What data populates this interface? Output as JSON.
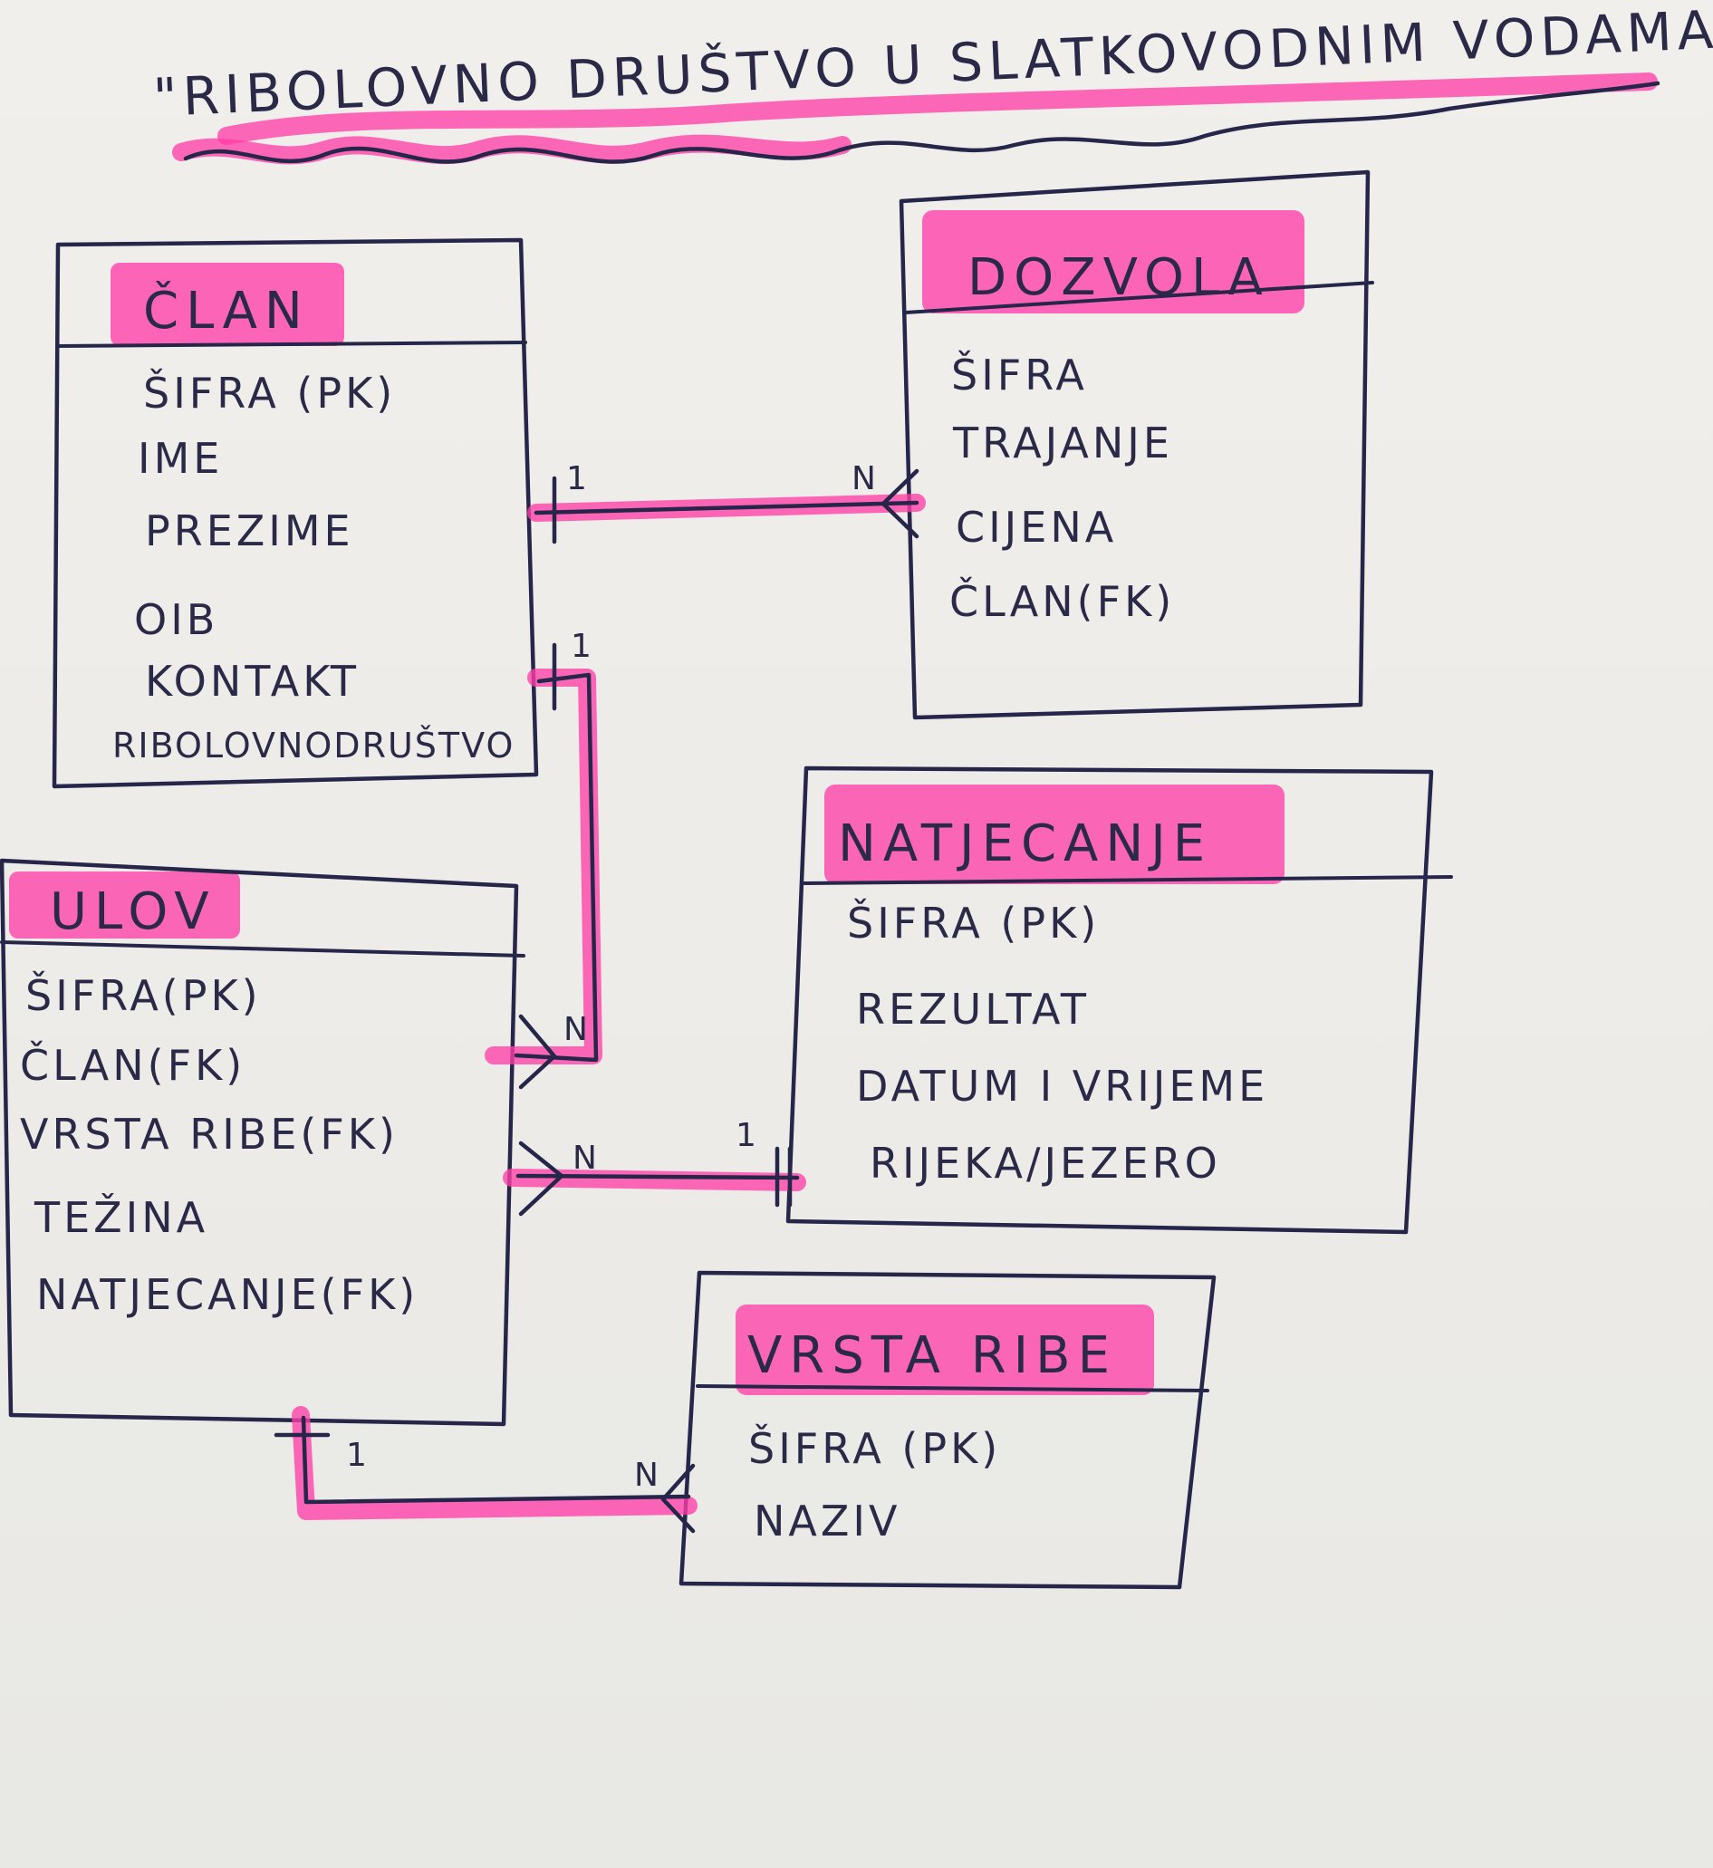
{
  "title": "\"RIBOLOVNO DRUŠTVO U SLATKOVODNIM VODAMA\"",
  "entities": {
    "clan": {
      "name": "ČLAN",
      "attributes": [
        "ŠIFRA (PK)",
        "IME",
        "PREZIME",
        "OIB",
        "KONTAKT",
        "RIBOLOVNODRUŠTVO"
      ]
    },
    "dozvola": {
      "name": "DOZVOLA",
      "attributes": [
        "ŠIFRA",
        "TRAJANJE",
        "CIJENA",
        "ČLAN(FK)"
      ]
    },
    "natjecanje": {
      "name": "NATJECANJE",
      "attributes": [
        "ŠIFRA (PK)",
        "REZULTAT",
        "DATUM I VRIJEME",
        "RIJEKA/JEZERO"
      ]
    },
    "ulov": {
      "name": "ULOV",
      "attributes": [
        "ŠIFRA(PK)",
        "ČLAN(FK)",
        "VRSTA RIBE(FK)",
        "TEŽINA",
        "NATJECANJE(FK)"
      ]
    },
    "vrsta_ribe": {
      "name": "VRSTA RIBE",
      "attributes": [
        "ŠIFRA (PK)",
        "NAZIV"
      ]
    }
  },
  "relationships": [
    {
      "from": "ČLAN",
      "to": "DOZVOLA",
      "from_card": "1",
      "to_card": "N"
    },
    {
      "from": "ČLAN",
      "to": "ULOV",
      "from_card": "1",
      "to_card": "N"
    },
    {
      "from": "NATJECANJE",
      "to": "ULOV",
      "from_card": "1",
      "to_card": "N"
    },
    {
      "from": "ULOV",
      "to": "VRSTA RIBE",
      "from_card": "1",
      "to_card": "N"
    }
  ],
  "colors": {
    "ink": "#26264a",
    "highlighter": "#ff3fa8",
    "paper": "#efede9"
  }
}
